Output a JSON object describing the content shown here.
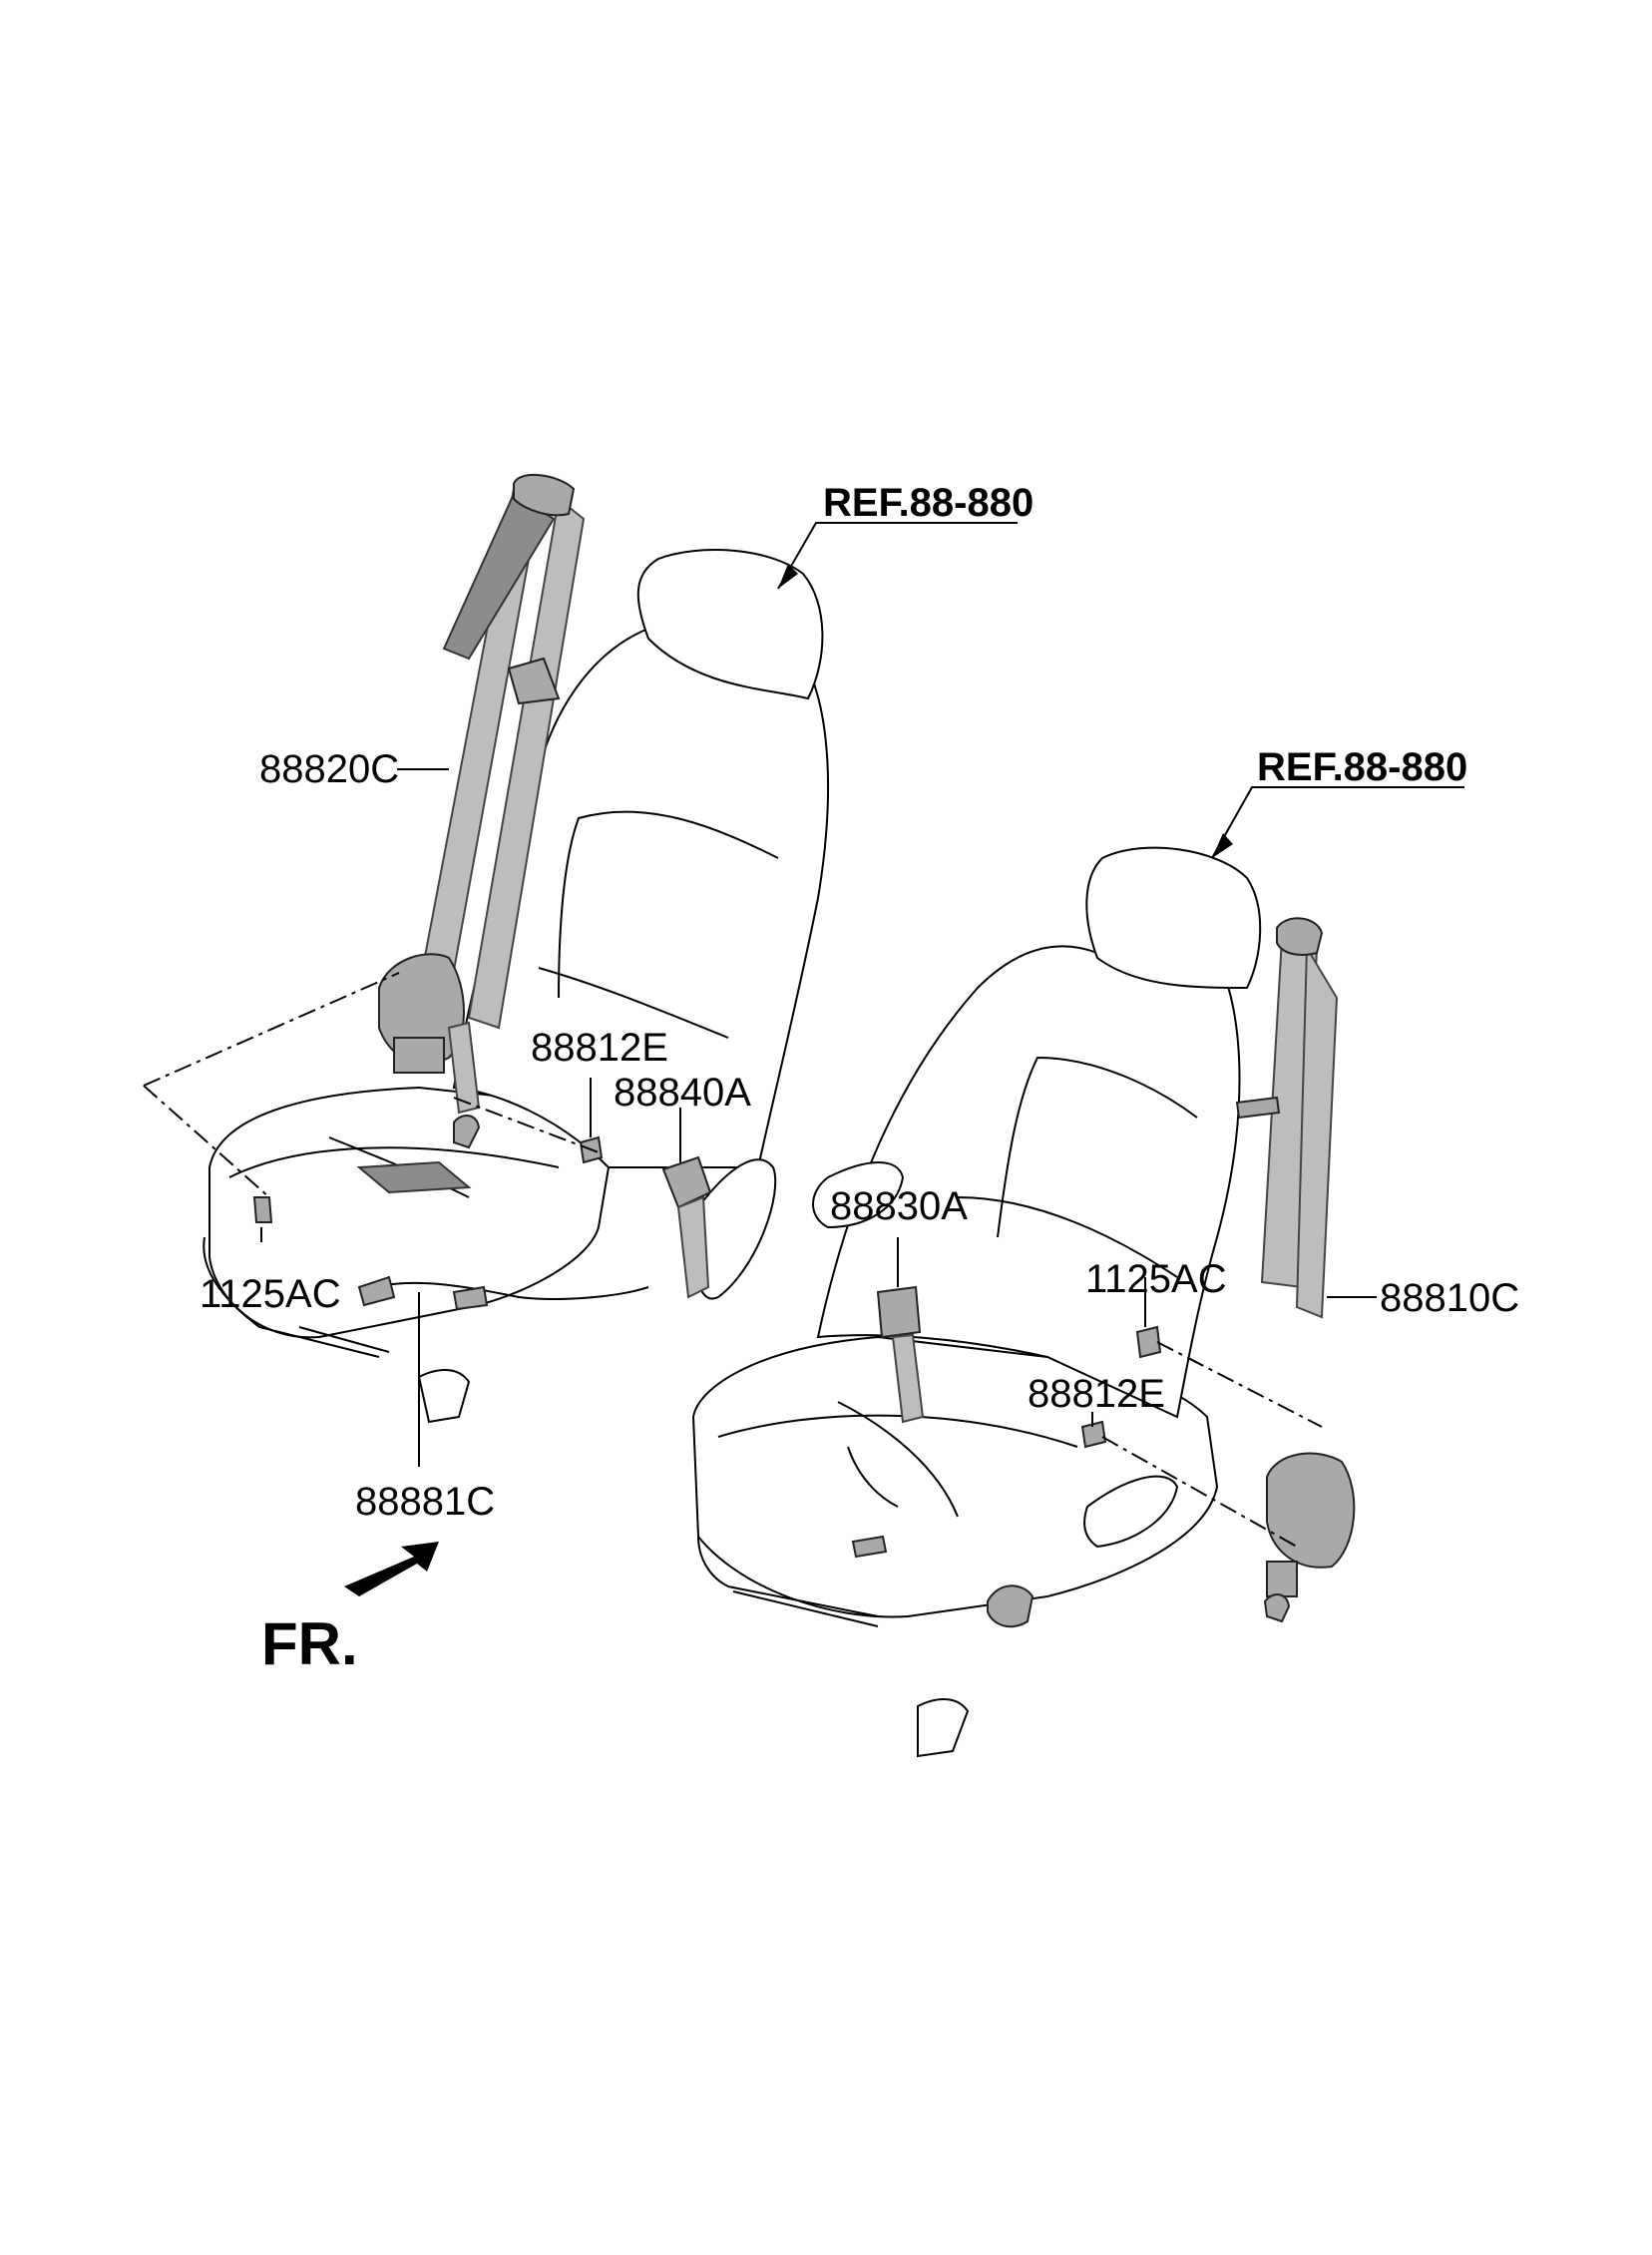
{
  "diagram": {
    "labels": {
      "ref_left": "REF.88-880",
      "ref_right": "REF.88-880",
      "p_88820C": "88820C",
      "p_88812E_left": "88812E",
      "p_88840A": "88840A",
      "p_1125AC_left": "1125AC",
      "p_88881C": "88881C",
      "p_88830A": "88830A",
      "p_1125AC_right": "1125AC",
      "p_88810C": "88810C",
      "p_88812E_right": "88812E",
      "front_indicator": "FR."
    }
  }
}
